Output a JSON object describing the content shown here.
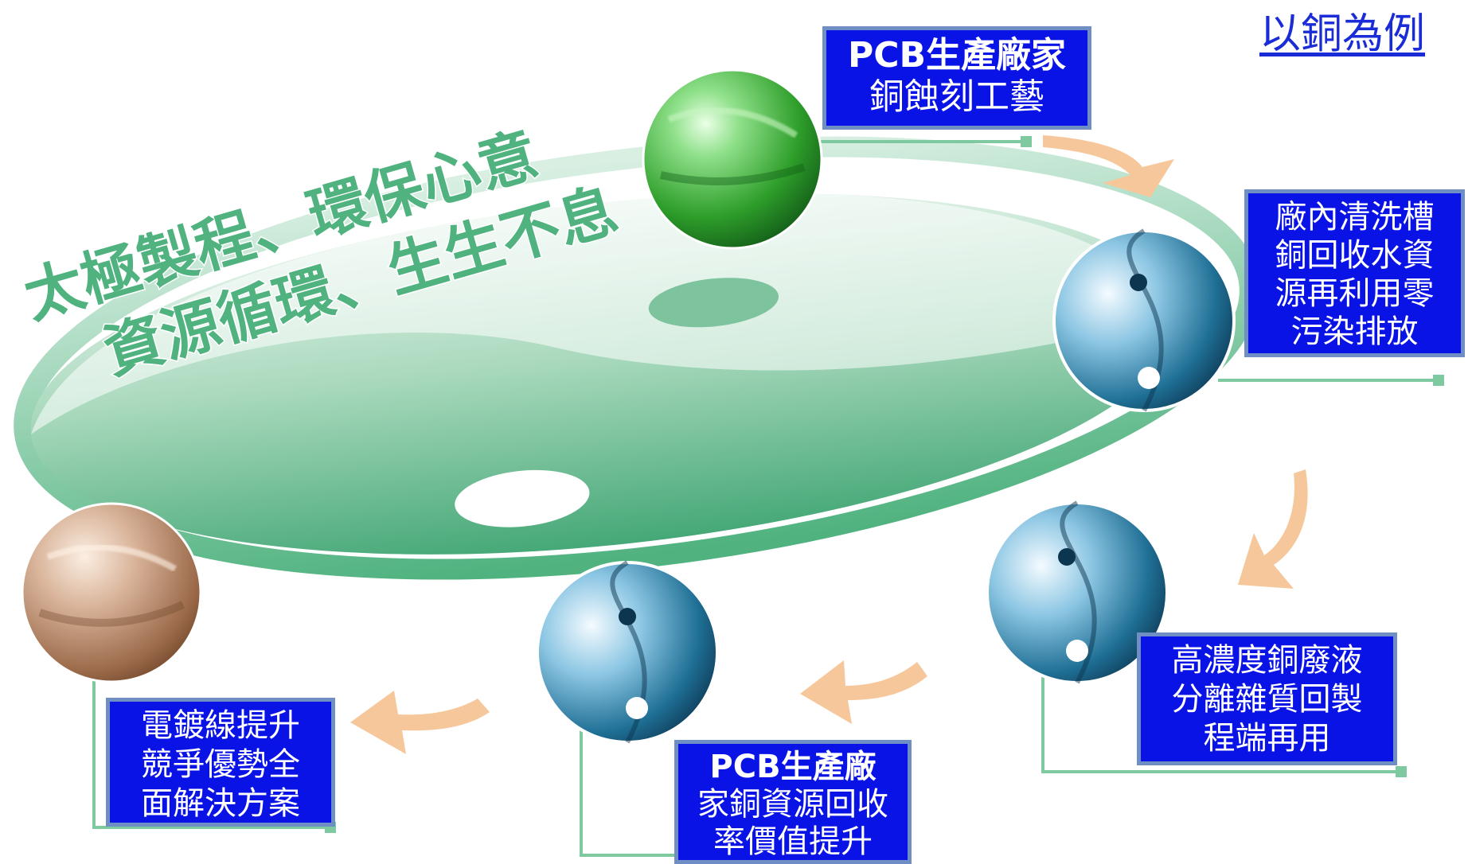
{
  "corner_label": "以銅為例",
  "slogan": {
    "line1": "太極製程、環保心意",
    "line2": "資源循環、生生不息"
  },
  "steps": [
    {
      "lines": [
        "PCB生產廠家",
        "銅蝕刻工藝"
      ]
    },
    {
      "lines": [
        "廠內清洗槽",
        "銅回收水資",
        "源再利用零",
        "污染排放"
      ]
    },
    {
      "lines": [
        "高濃度銅廢液",
        "分離雜質回製",
        "程端再用"
      ]
    },
    {
      "lines": [
        "PCB生產廠",
        "家銅資源回收",
        "率價值提升"
      ]
    },
    {
      "lines": [
        "電鍍線提升",
        "競爭優勢全",
        "面解決方案"
      ]
    }
  ],
  "colors": {
    "box_fill": "#0a13e6",
    "box_border": "#6f8fc4",
    "ring": "#5dbb8a",
    "arrow": "#f6c79a",
    "connector": "#7fc9a0"
  },
  "icons": [
    "green-sphere-icon",
    "yin-yang-sphere-icon",
    "bronze-sphere-icon",
    "curved-arrow-icon"
  ]
}
